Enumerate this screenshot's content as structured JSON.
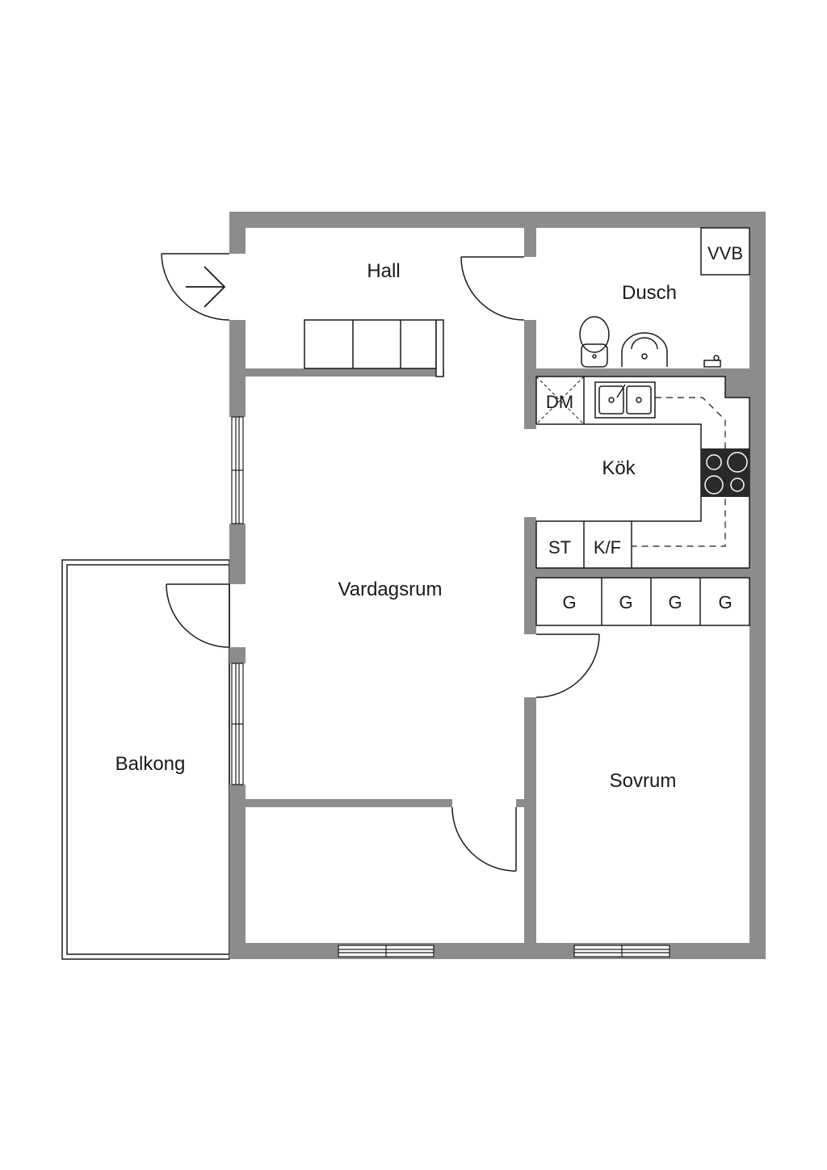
{
  "rooms": {
    "hall": "Hall",
    "dusch": "Dusch",
    "vvb": "VVB",
    "dm": "DM",
    "kok": "Kök",
    "st": "ST",
    "kf": "K/F",
    "vardagsrum": "Vardagsrum",
    "balkong": "Balkong",
    "sovrum": "Sovrum",
    "g1": "G",
    "g2": "G",
    "g3": "G",
    "g4": "G"
  },
  "colors": {
    "wall": "#8c8c8c",
    "line": "#1a1a1a",
    "stove": "#2a2a2a",
    "background": "#ffffff"
  }
}
